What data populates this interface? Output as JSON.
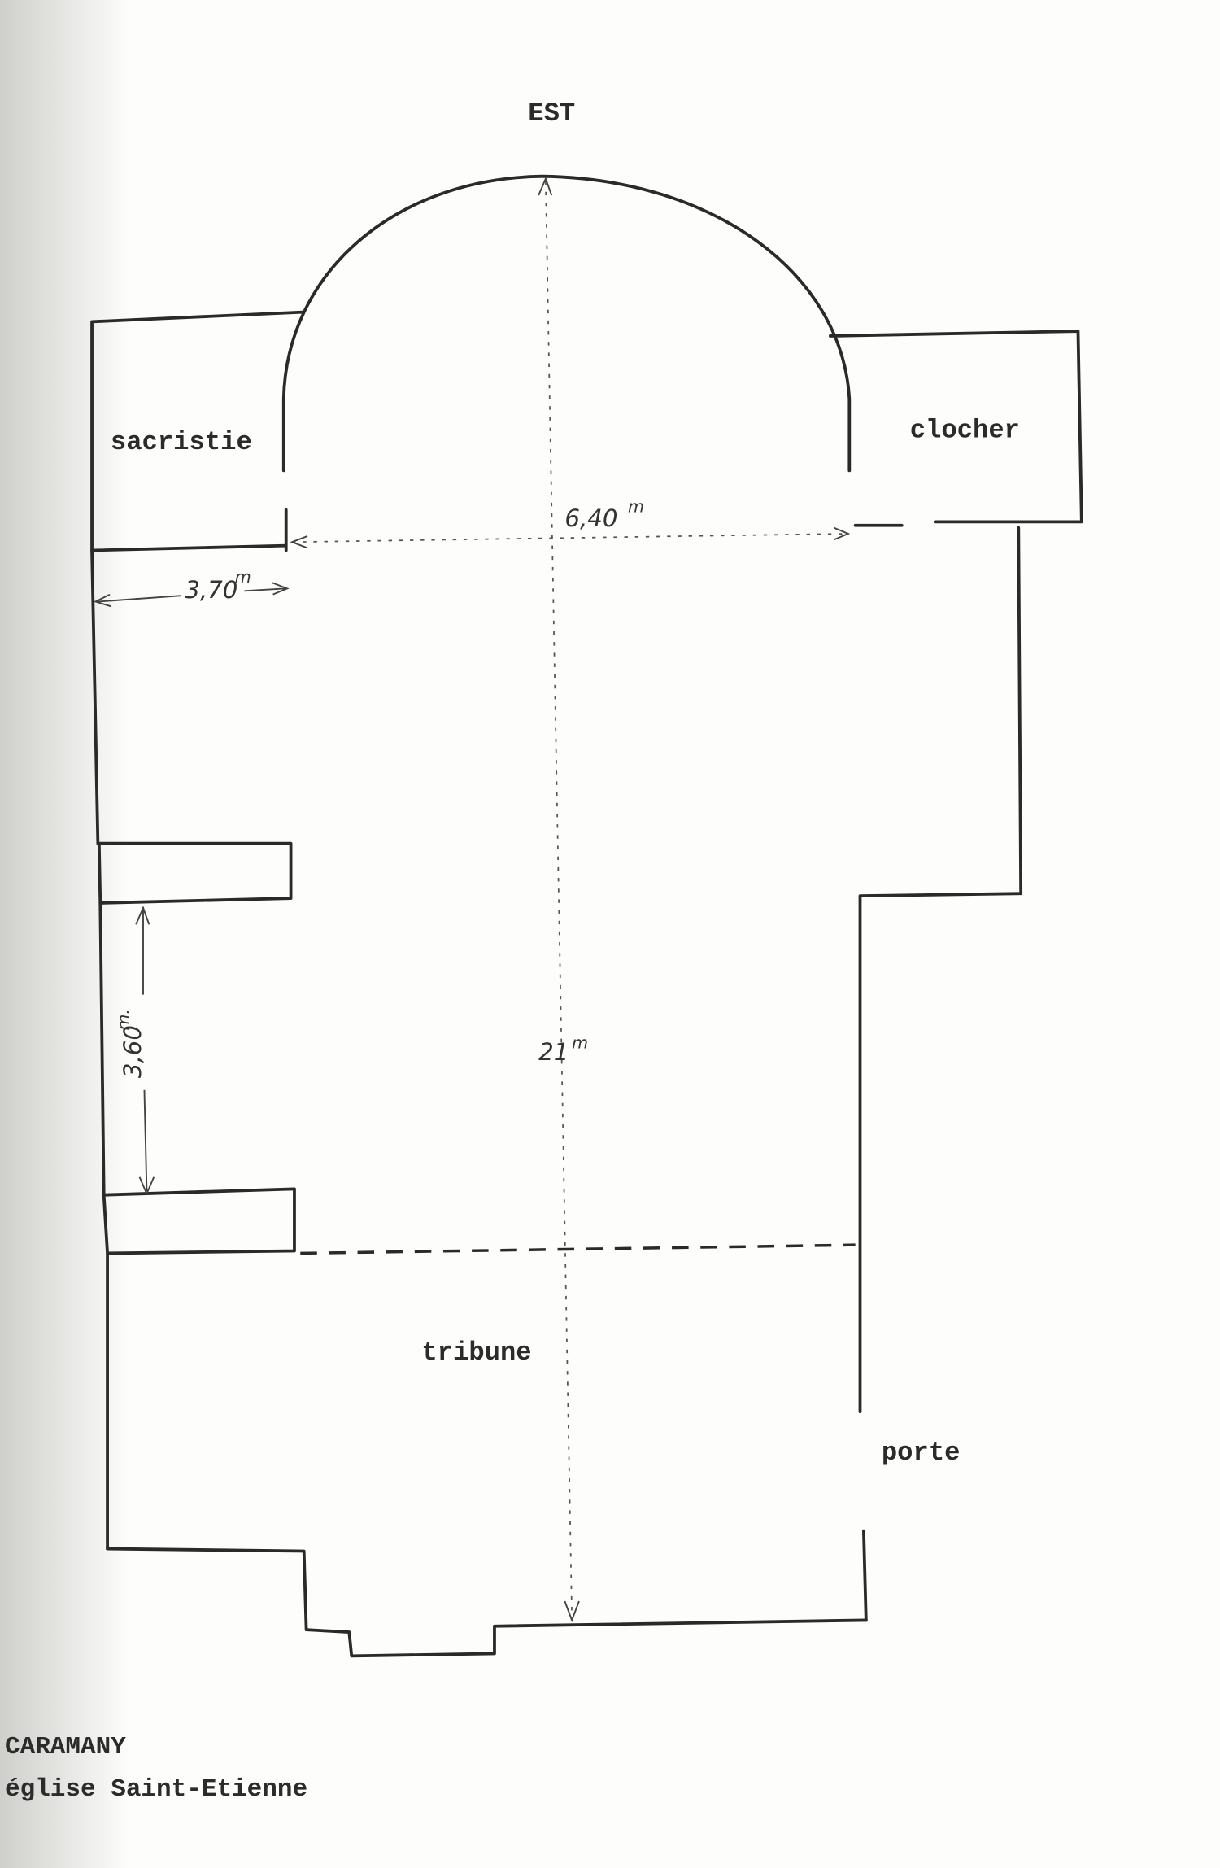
{
  "plan": {
    "orientation": "EST",
    "rooms": {
      "sacristy": "sacristie",
      "bell_tower": "clocher",
      "gallery": "tribune",
      "door": "porte"
    },
    "dimensions": {
      "apse_width": "6,40",
      "apse_width_unit": "m",
      "sacristy_width": "3,70",
      "sacristy_width_unit": "m",
      "bay_spacing": "3,60",
      "bay_spacing_unit": "m.",
      "length": "21",
      "length_unit": "m"
    }
  },
  "caption": {
    "place": "CARAMANY",
    "building": "église Saint-Etienne"
  }
}
